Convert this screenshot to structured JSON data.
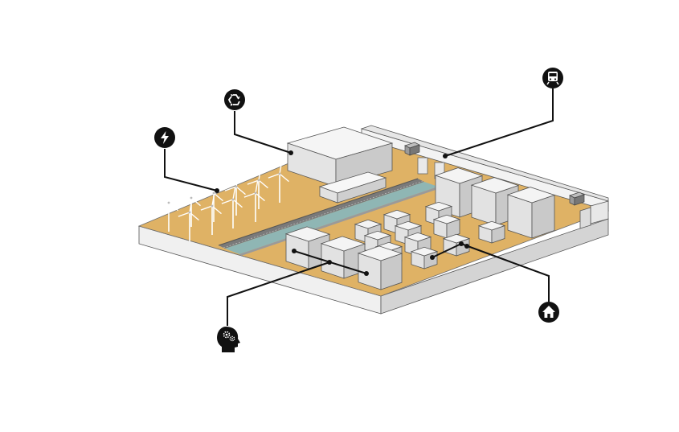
{
  "colors": {
    "ground": "#dfb265",
    "slab_light": "#f2f2f2",
    "slab_side": "#d6d6d6",
    "building_top": "#f4f4f4",
    "building_left": "#e2e2e2",
    "building_right": "#c9c9c9",
    "water": "#8fb6b4",
    "rail": "#7a7a7a",
    "icon_fill": "#111111",
    "icon_glyph": "#ffffff"
  },
  "callouts": [
    {
      "id": "energy",
      "icon": "lightning-bolt-icon"
    },
    {
      "id": "recycling",
      "icon": "recycle-icon"
    },
    {
      "id": "transport",
      "icon": "train-icon"
    },
    {
      "id": "housing",
      "icon": "house-icon"
    },
    {
      "id": "knowledge",
      "icon": "head-gears-icon"
    }
  ]
}
